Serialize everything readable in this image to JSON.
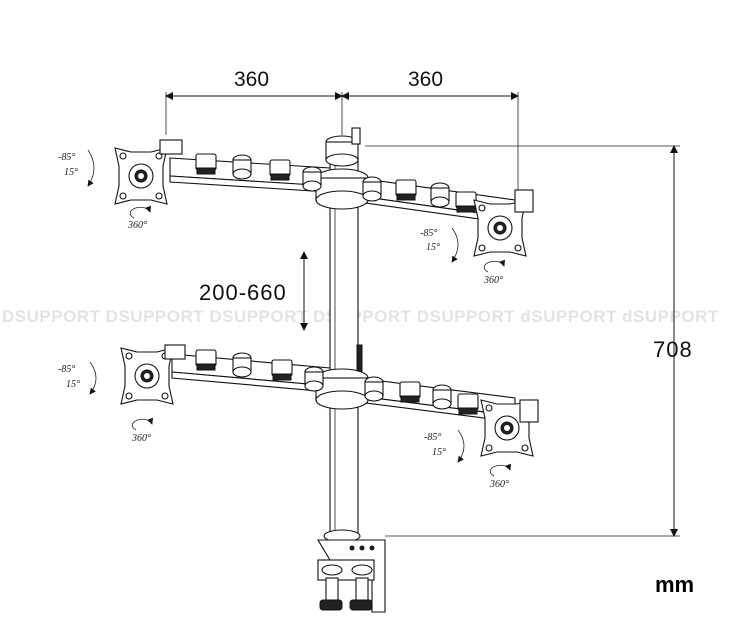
{
  "dimensions": {
    "arm_left": "360",
    "arm_right": "360",
    "height": "708",
    "adjust_range": "200-660",
    "unit": "mm"
  },
  "angles": {
    "tilt_down": "-85°",
    "tilt_up": "15°",
    "rotation": "360°"
  },
  "watermark": "DSUPPORT DSUPPORT DSUPPORT DSUPPORT DSUPPORT dSUPPORT dSUPPORT",
  "colors": {
    "line": "#111111",
    "background": "#ffffff",
    "watermark": "#e3e3e3"
  }
}
